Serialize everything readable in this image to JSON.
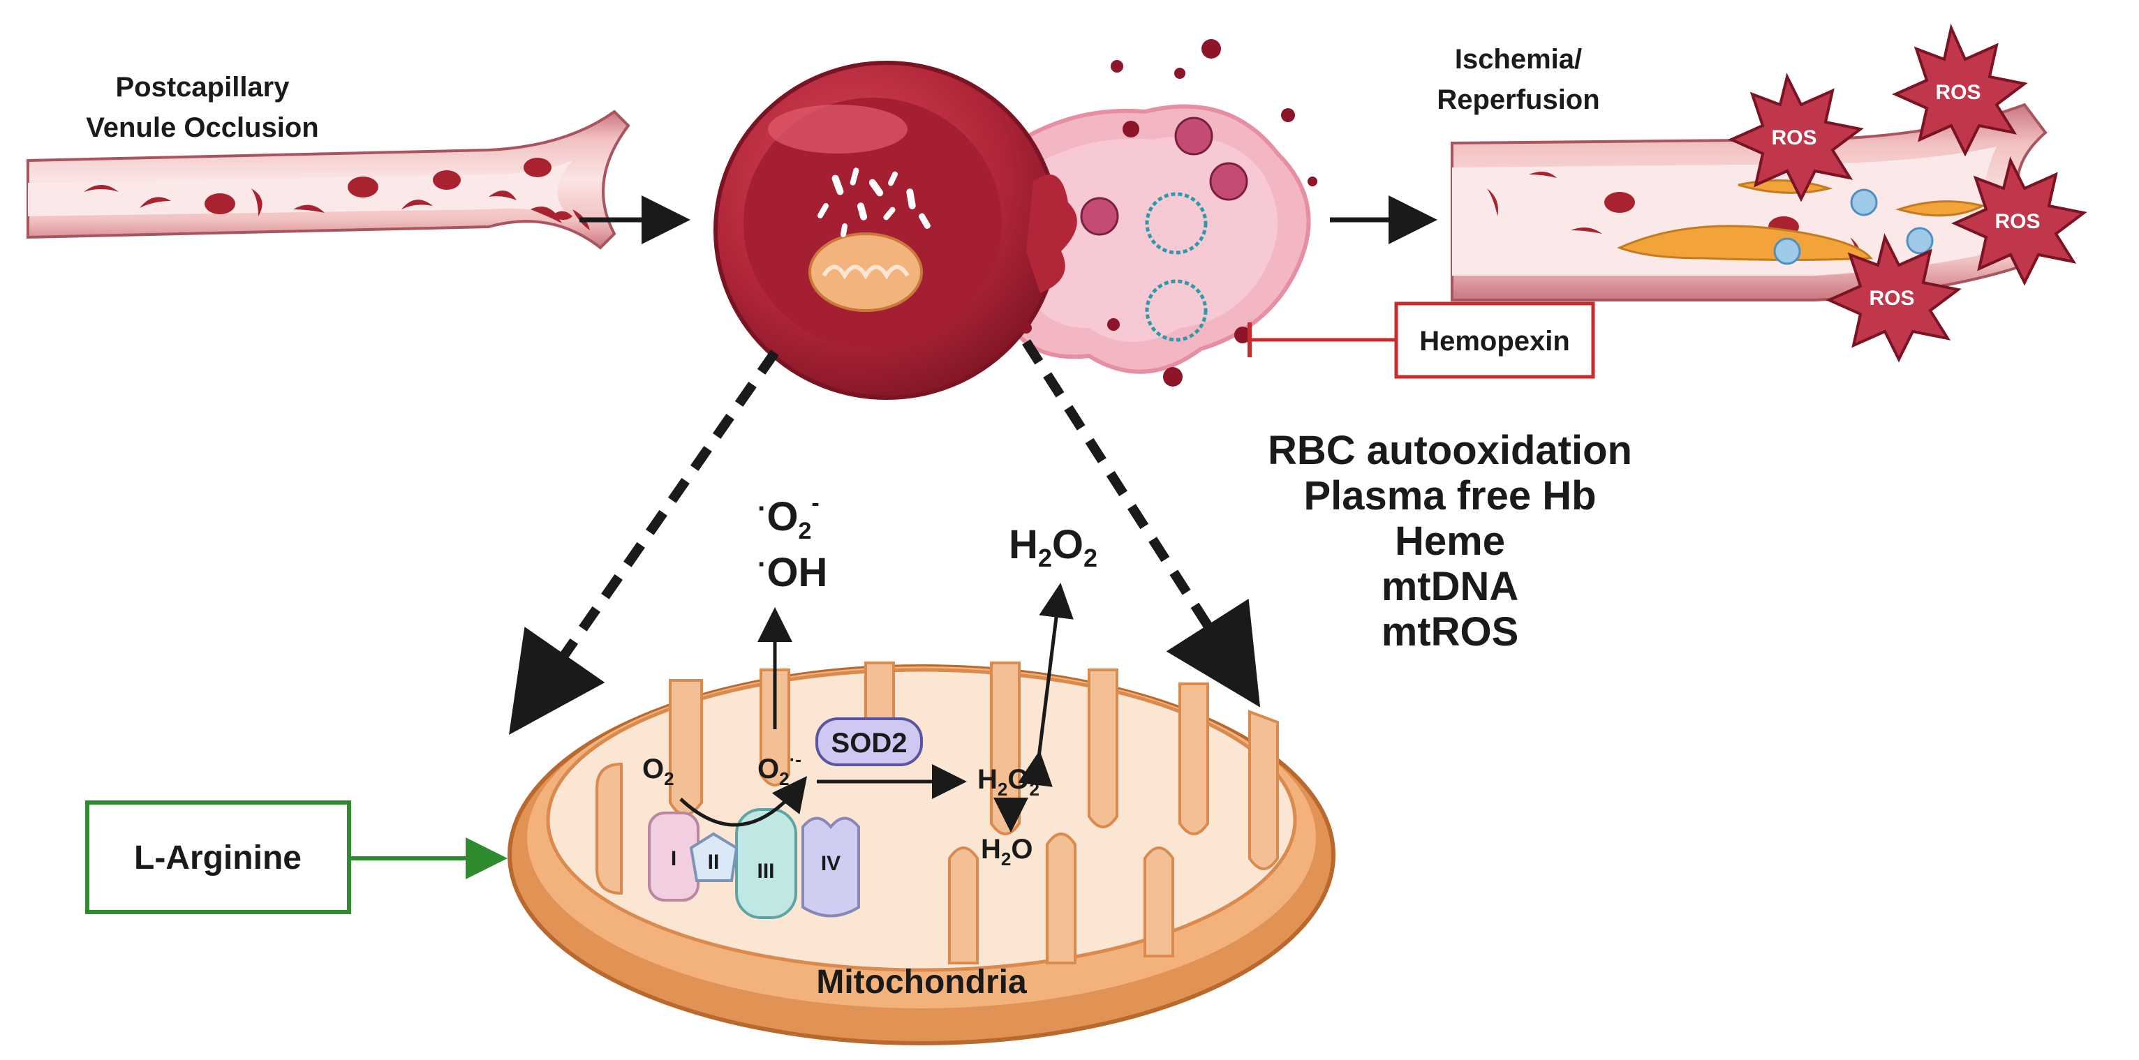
{
  "labels": {
    "occlusion_line1": "Postcapillary",
    "occlusion_line2": "Venule Occlusion",
    "ischemia_line1": "Ischemia/",
    "ischemia_line2": "Reperfusion",
    "hemopexin": "Hemopexin",
    "l_arginine": "L-Arginine",
    "mitochondria": "Mitochondria",
    "sod2": "SOD2",
    "h2o2_top_base": "H",
    "h2o2_top_sub1": "2",
    "h2o2_top_mid": "O",
    "h2o2_top_sub2": "2",
    "superoxide_dot": "·",
    "superoxide_base": "O",
    "superoxide_sub": "2",
    "superoxide_sup": "-",
    "hydroxyl_dot": "·",
    "hydroxyl_base": "OH",
    "o2_base": "O",
    "o2_sub": "2",
    "o2rad_base": "O",
    "o2rad_sub": "2",
    "o2rad_sup": "·-",
    "h2o2_in_base": "H",
    "h2o2_in_sub1": "2",
    "h2o2_in_mid": "O",
    "h2o2_in_sub2": "2",
    "h2o_base": "H",
    "h2o_sub": "2",
    "h2o_end": "O"
  },
  "damp_list": [
    "RBC autooxidation",
    "Plasma free Hb",
    "Heme",
    "mtDNA",
    "mtROS"
  ],
  "ros_label": "ROS",
  "complexes": [
    "I",
    "II",
    "III",
    "IV"
  ],
  "colors": {
    "vessel_wall": "#e8a0a0",
    "vessel_lumen": "#f8dede",
    "rbc": "#b8283a",
    "lysis_pink": "#f0a7b8",
    "mito_outer": "#e9a064",
    "mito_inner": "#fbe6d3",
    "ros_star": "#c0364a",
    "hemopexin_border": "#c92a2a",
    "l_arginine_border": "#2e8b2e",
    "sod2_fill": "#cfc8f2"
  }
}
